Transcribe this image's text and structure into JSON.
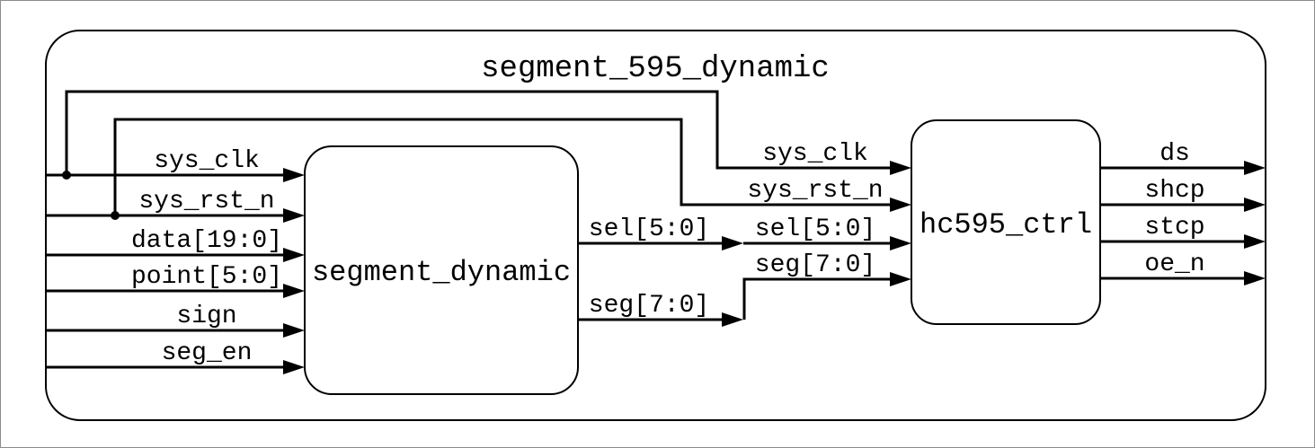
{
  "colors": {
    "ink": "#000000",
    "canvas": "#ffffff",
    "frame": "#8c8c8c"
  },
  "diagram": {
    "type": "block-diagram",
    "title": "segment_595_dynamic",
    "blocks": [
      {
        "label": "segment_dynamic"
      },
      {
        "label": "hc595_ctrl"
      }
    ],
    "inputs": [
      "sys_clk",
      "sys_rst_n",
      "data[19:0]",
      "point[5:0]",
      "sign",
      "seg_en"
    ],
    "segment_outputs": [
      "sel[5:0]",
      "seg[7:0]"
    ],
    "hc595_inputs": [
      "sys_clk",
      "sys_rst_n",
      "sel[5:0]",
      "seg[7:0]"
    ],
    "outputs": [
      "ds",
      "shcp",
      "stcp",
      "oe_n"
    ]
  }
}
